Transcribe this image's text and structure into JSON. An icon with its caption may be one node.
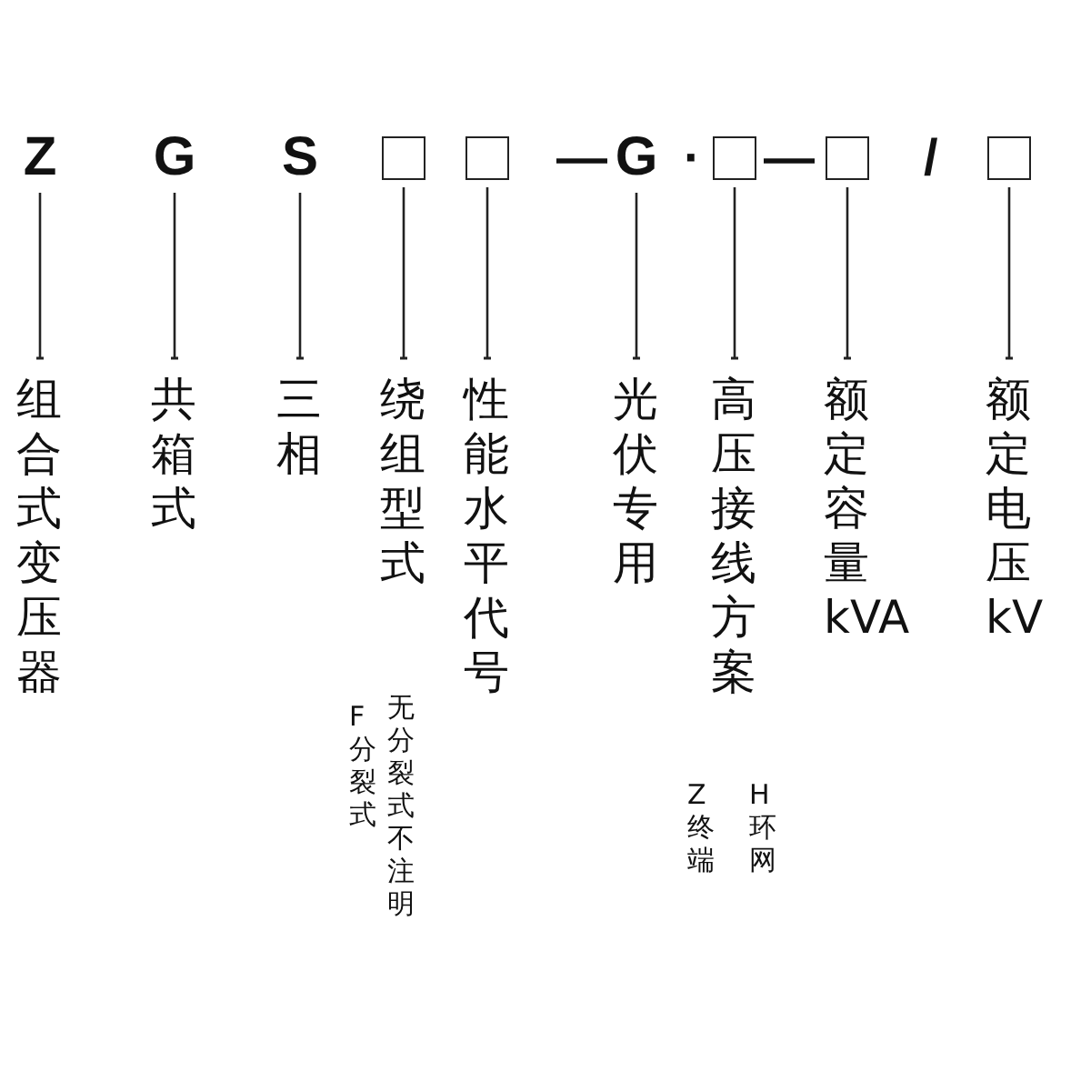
{
  "diagram": {
    "nodes": [
      {
        "text": [
          "Z"
        ]
      },
      {
        "text": [
          "G"
        ]
      },
      {
        "text": [
          "S"
        ]
      },
      {
        "text": [],
        "shape": "box"
      },
      {
        "text": [],
        "shape": "box"
      },
      {
        "text": [
          "G"
        ]
      },
      {
        "text": [],
        "shape": "box"
      },
      {
        "text": [],
        "shape": "box"
      },
      {
        "text": [],
        "shape": "box"
      },
      {
        "text": [
          "组合式变压器"
        ]
      },
      {
        "text": [
          "共箱式"
        ]
      },
      {
        "text": [
          "三相"
        ]
      },
      {
        "text": [
          "绕组型式"
        ],
        "beside": [
          "F分裂式",
          "无分裂式不注明"
        ]
      },
      {
        "text": [
          "性能水平代号"
        ]
      },
      {
        "text": [
          "光伏专用"
        ]
      },
      {
        "text": [
          "高压接线方案"
        ],
        "beside": [
          "Z终端",
          "H环网"
        ]
      },
      {
        "text": [
          "额定容量kVA"
        ]
      },
      {
        "text": [
          "额定电压kV"
        ]
      }
    ],
    "edges": [
      {
        "from": 0,
        "to": 9,
        "arrow": "other"
      },
      {
        "from": 1,
        "to": 10,
        "arrow": "other"
      },
      {
        "from": 2,
        "to": 11,
        "arrow": "other"
      },
      {
        "from": 3,
        "to": 12,
        "arrow": "other"
      },
      {
        "from": 4,
        "to": 13,
        "arrow": "other"
      },
      {
        "from": 5,
        "to": 14,
        "arrow": "other"
      },
      {
        "from": 6,
        "to": 15,
        "arrow": "other"
      },
      {
        "from": 7,
        "to": 16,
        "arrow": "other"
      },
      {
        "from": 8,
        "to": 17,
        "arrow": "other"
      }
    ],
    "labels": [
      "—",
      "·",
      "—",
      "/"
    ]
  }
}
